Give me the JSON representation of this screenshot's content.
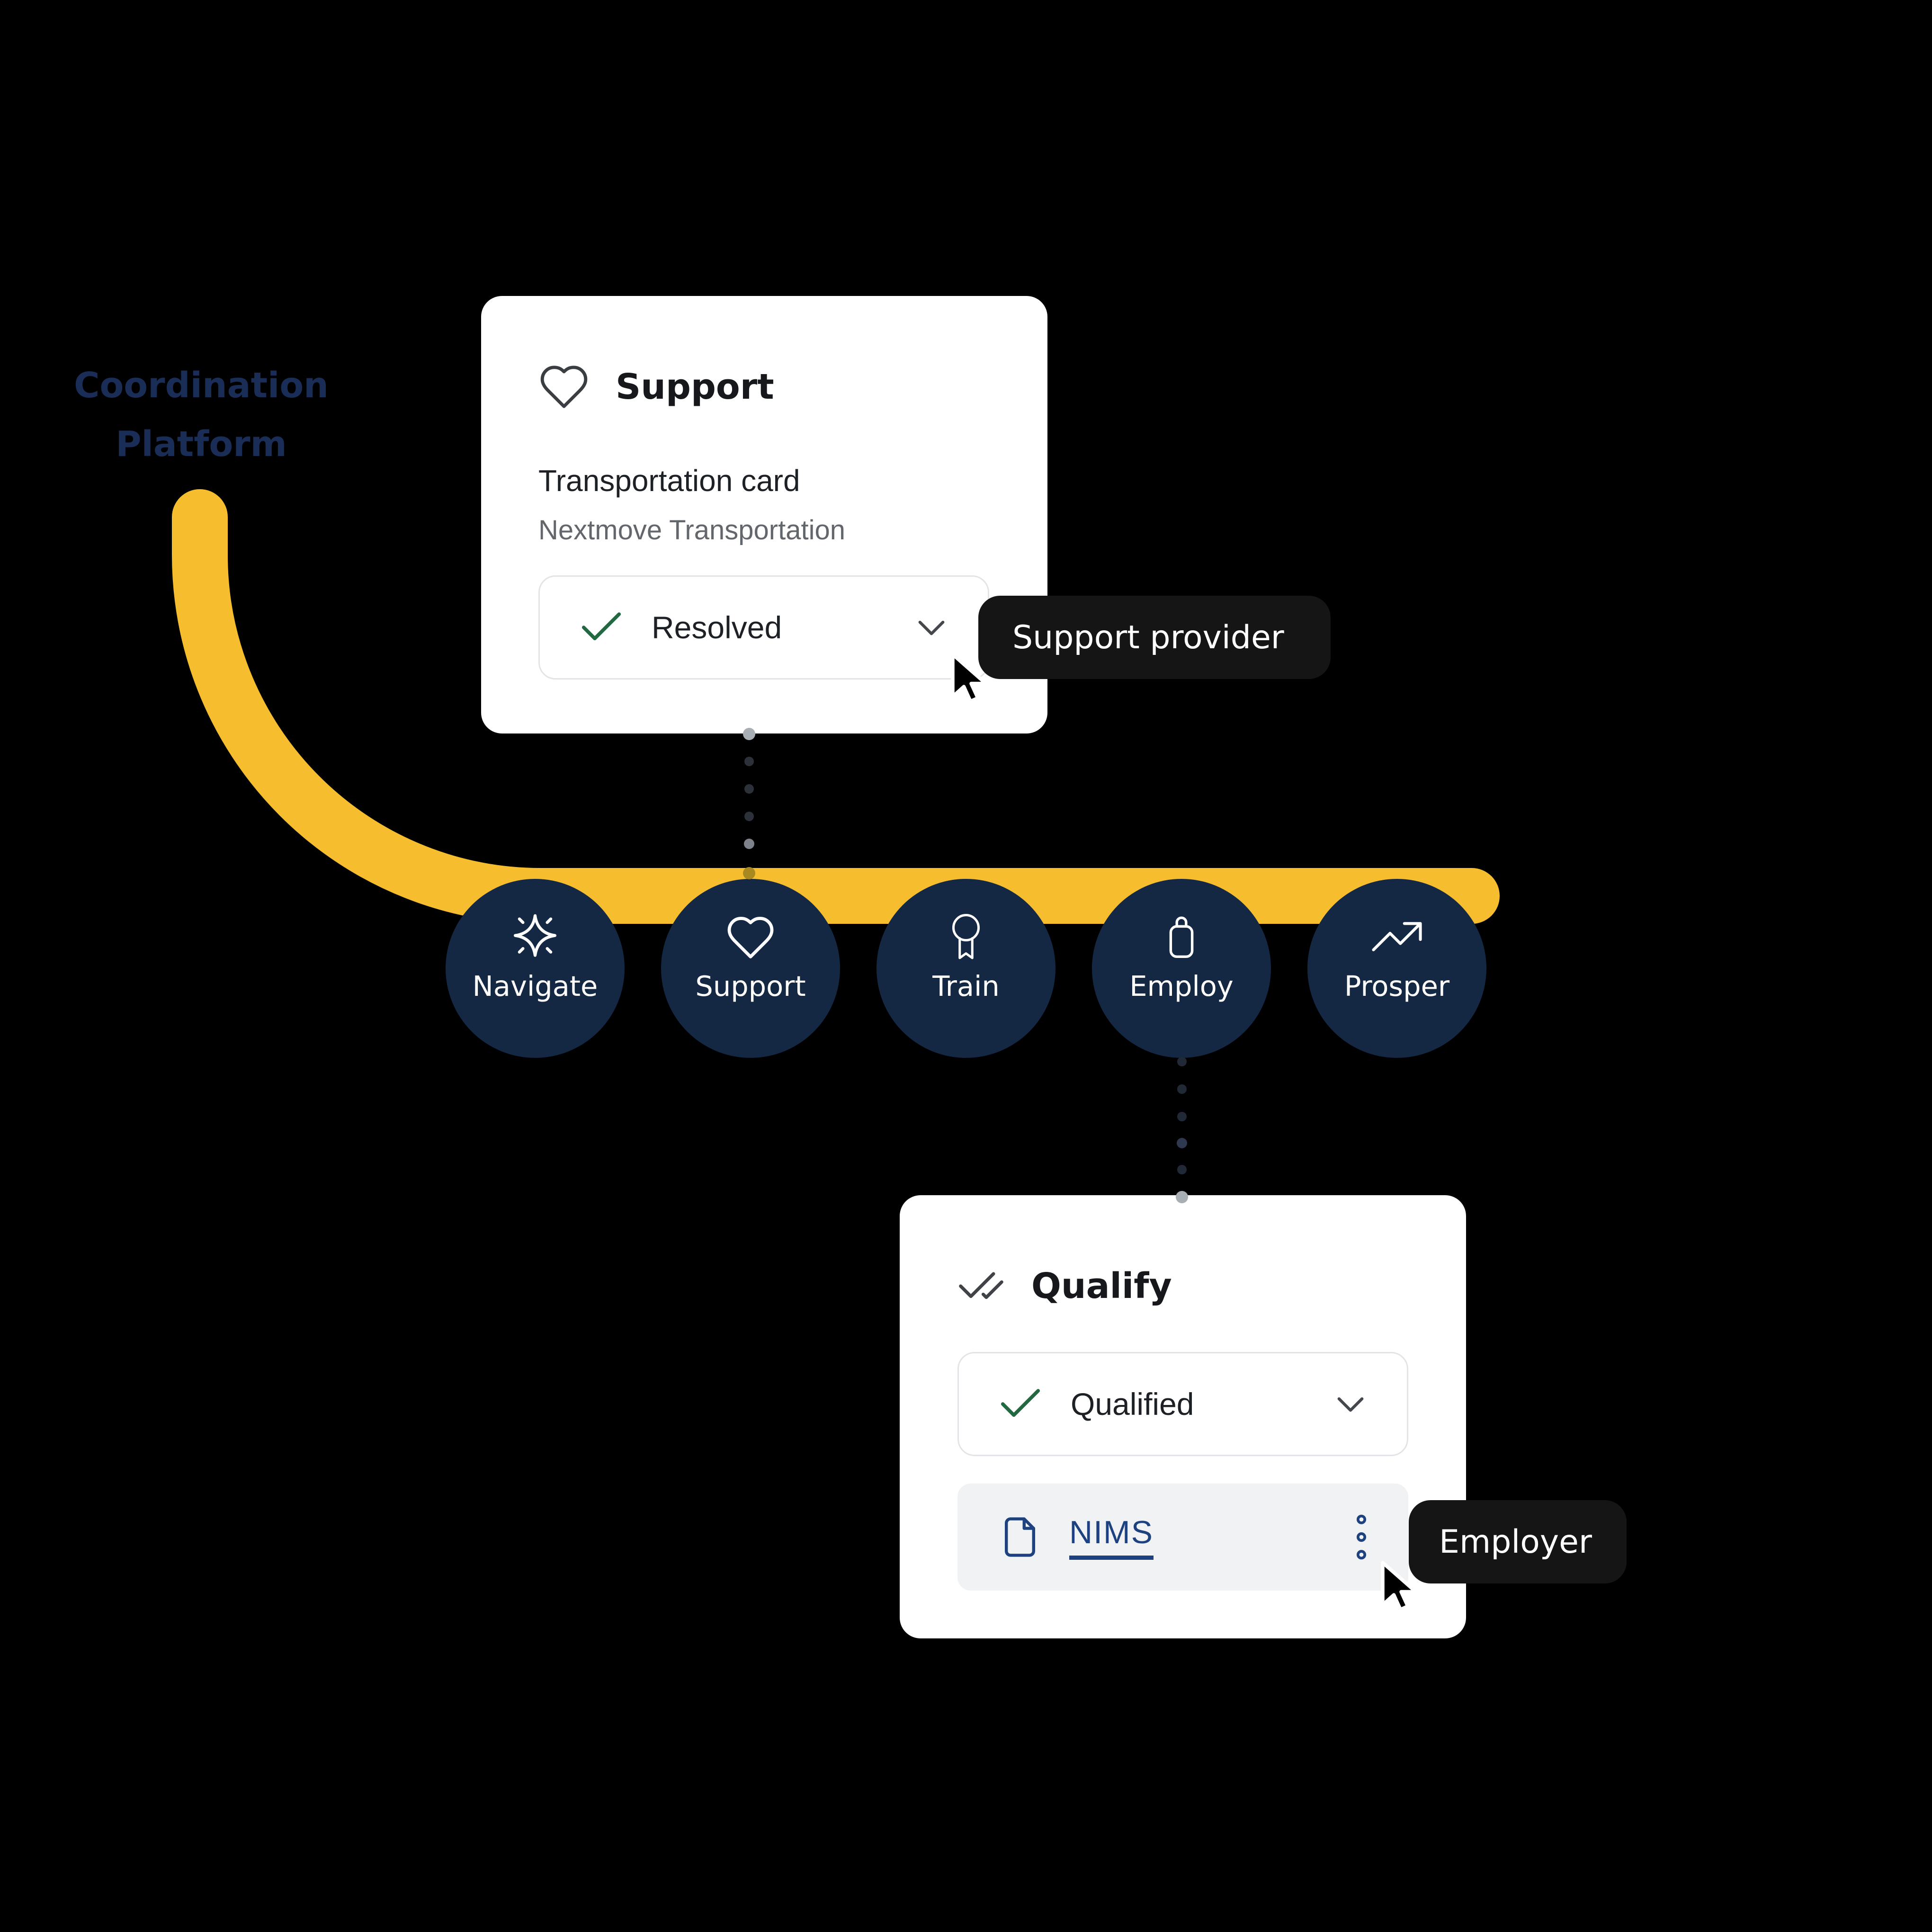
{
  "page": {
    "background": "#000000"
  },
  "coordination_platform": {
    "line1": "Coordination",
    "line2": "Platform",
    "text_color": "#1a2d56"
  },
  "journey": {
    "path_color": "#F6BE2F",
    "node_color": "#142843",
    "steps": [
      {
        "label": "Navigate",
        "icon": "sparkle-icon"
      },
      {
        "label": "Support",
        "icon": "heart-icon"
      },
      {
        "label": "Train",
        "icon": "award-icon"
      },
      {
        "label": "Employ",
        "icon": "briefcase-icon"
      },
      {
        "label": "Prosper",
        "icon": "trending-up-icon"
      }
    ]
  },
  "support_card": {
    "header_icon": "heart-icon",
    "title": "Support",
    "item_title": "Transportation card",
    "item_subtitle": "Nextmove Transportation",
    "status": {
      "value": "Resolved",
      "icon": "check-icon",
      "chevron": "chevron-down-icon",
      "check_color": "#226840"
    }
  },
  "qualify_card": {
    "header_icon": "double-check-icon",
    "title": "Qualify",
    "status": {
      "value": "Qualified",
      "icon": "check-icon",
      "chevron": "chevron-down-icon",
      "check_color": "#226840"
    },
    "credential": {
      "link_label": "NIMS",
      "icon": "file-icon",
      "menu_icon": "kebab-icon",
      "link_color": "#1e4180"
    }
  },
  "tags": {
    "support_provider": "Support provider",
    "employer": "Employer",
    "background": "#151515",
    "text_color": "#ffffff"
  }
}
